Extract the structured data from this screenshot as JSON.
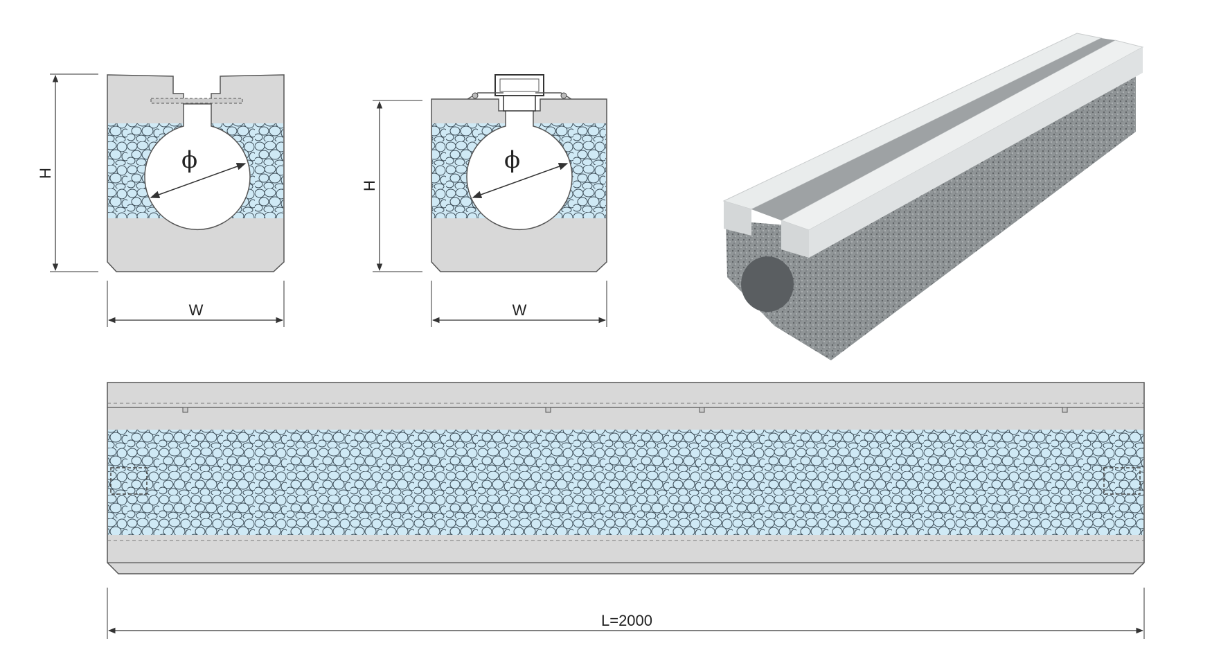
{
  "diagram": {
    "section_a": {
      "height_label": "H",
      "width_label": "W",
      "diameter_label": "ϕ"
    },
    "section_b": {
      "height_label": "H",
      "width_label": "W",
      "diameter_label": "ϕ"
    },
    "long_view": {
      "length_label": "L=2000"
    },
    "photo": {
      "subject": "porous concrete drainage block"
    },
    "colors": {
      "concrete": "#d8d8d8",
      "aggregate": "#cfe9f5",
      "line": "#555555",
      "photo_top": "#e7eaea",
      "photo_side": "#8a8d8f"
    }
  }
}
